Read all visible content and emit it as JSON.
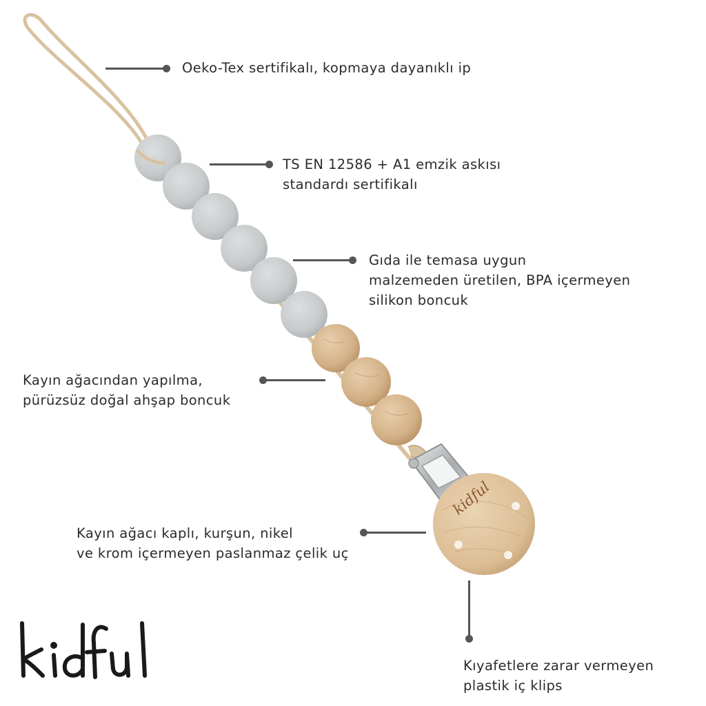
{
  "brand": {
    "name": "kidful",
    "clip_engraving": "kidful"
  },
  "colors": {
    "silicone_bead": "#c9cccd",
    "wood_bead": "#d6b88f",
    "cord": "#d9c2a1",
    "callout": "#555555",
    "text": "#2b2b2b"
  },
  "callouts": {
    "cord": {
      "lines": [
        "Oeko-Tex sertifikalı, kopmaya dayanıklı ip"
      ]
    },
    "standard": {
      "lines": [
        "TS EN 12586 + A1 emzik askısı",
        "standardı sertifikalı"
      ]
    },
    "silicone": {
      "lines": [
        "Gıda ile temasa uygun",
        "malzemeden üretilen, BPA içermeyen",
        "silikon boncuk"
      ]
    },
    "wood": {
      "lines": [
        "Kayın ağacından yapılma,",
        "pürüzsüz doğal ahşap boncuk"
      ]
    },
    "clip": {
      "lines": [
        "Kayın ağacı kaplı, kurşun, nikel",
        "ve krom içermeyen paslanmaz çelik uç"
      ]
    },
    "inner_clip": {
      "lines": [
        "Kıyafetlere zarar vermeyen",
        "plastik iç klips"
      ]
    }
  }
}
